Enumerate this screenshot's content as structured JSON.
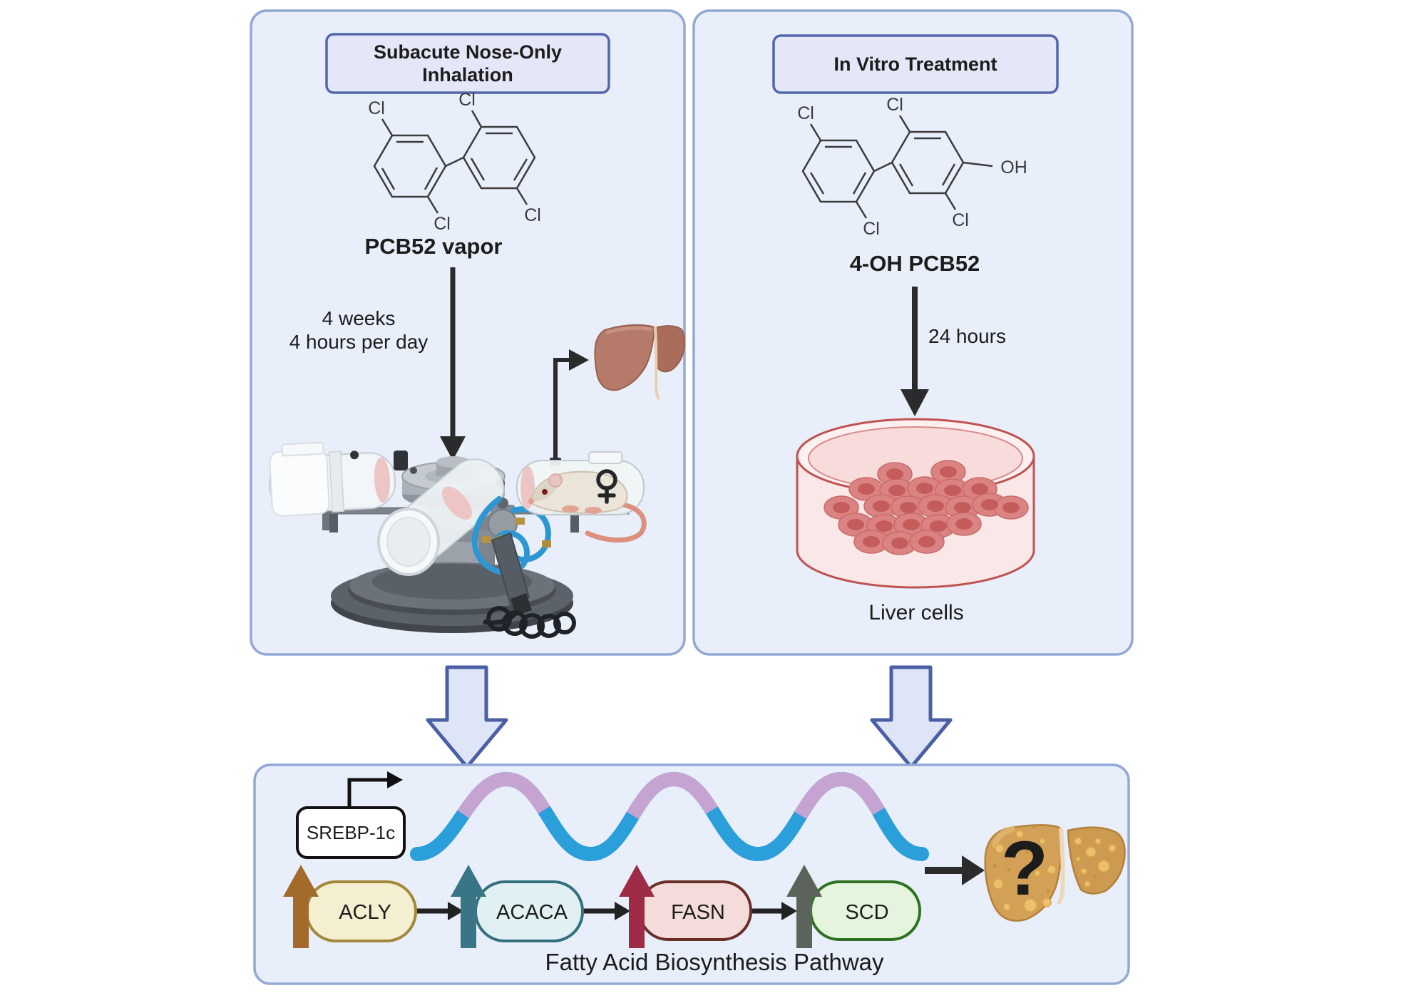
{
  "left_panel": {
    "title_line1": "Subacute Nose-Only",
    "title_line2": "Inhalation",
    "chlorine_labels": [
      "Cl",
      "Cl",
      "Cl",
      "Cl"
    ],
    "compound_label": "PCB52 vapor",
    "exposure_line1": "4 weeks",
    "exposure_line2": "4 hours per day"
  },
  "right_panel": {
    "title": "In Vitro Treatment",
    "chlorine_labels": [
      "Cl",
      "Cl",
      "Cl",
      "Cl"
    ],
    "hydroxyl_label": "OH",
    "compound_label": "4-OH PCB52",
    "exposure_duration": "24 hours",
    "dish_caption": "Liver cells"
  },
  "bottom_panel": {
    "transcription_factor": "SREBP-1c",
    "enzymes": [
      {
        "label": "ACLY",
        "arrow_color": "#a26b2c",
        "box_fill": "#f5efd2",
        "box_border": "#a3873a"
      },
      {
        "label": "ACACA",
        "arrow_color": "#3a7487",
        "box_fill": "#e0f0f3",
        "box_border": "#33707f"
      },
      {
        "label": "FASN",
        "arrow_color": "#9e2c46",
        "box_fill": "#f3dcd9",
        "box_border": "#692f28"
      },
      {
        "label": "SCD",
        "arrow_color": "#5c635b",
        "box_fill": "#e4f4dd",
        "box_border": "#2f7122"
      }
    ],
    "pathway_caption": "Fatty Acid Biosynthesis Pathway",
    "outcome_symbol": "?"
  },
  "icons": {
    "female_sex_symbol": "female (Venus) glyph on rat",
    "question_mark": "unknown-outcome question mark on fatty liver"
  },
  "colors": {
    "panel_fill": "#e9effa",
    "panel_border": "#92a8d5",
    "label_box_fill": "#e4e7f8",
    "label_box_border": "#5266ac",
    "flow_arrow_fill": "#dee5f6",
    "flow_arrow_border": "#4b5fa5",
    "mrna_blue": "#2b9fd9",
    "mrna_purple": "#c6a4d2",
    "dish_border": "#c05352",
    "dish_fill": "#fbe7e7",
    "cell_fill": "#db8383",
    "cell_nucleus": "#c55c5c",
    "liver_color": "#b57a69",
    "fatty_liver_color": "#d2a057",
    "arrow_black": "#2b2b2b"
  }
}
